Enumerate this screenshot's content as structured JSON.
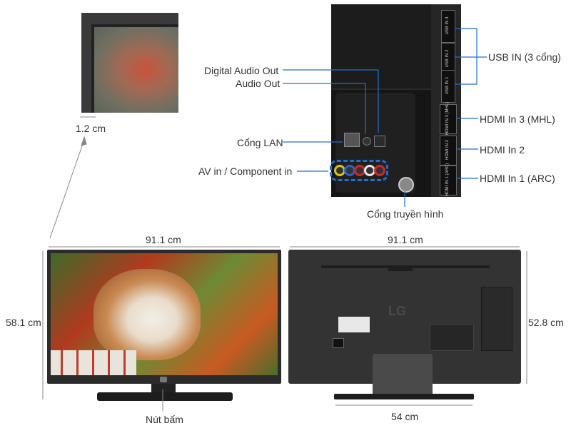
{
  "bezel_closeup": {
    "bezel_width": "1.2 cm"
  },
  "ports_panel": {
    "usb_slot_labels": [
      "USB IN 3",
      "USB IN 2",
      "USB IN 1"
    ],
    "hdmi_slot_labels": [
      "HDMI IN 3 (MHL)",
      "HDMI IN 2",
      "HDMI IN 1 (ARC)"
    ]
  },
  "callouts": {
    "digital_audio_out": "Digital Audio Out",
    "audio_out": "Audio Out",
    "lan": "Cổng LAN",
    "av_component_in": "AV in / Component in",
    "usb_in": "USB IN (3 cổng)",
    "hdmi_in_3": "HDMI In 3 (MHL)",
    "hdmi_in_2": "HDMI In 2",
    "hdmi_in_1": "HDMI In 1 (ARC)",
    "antenna": "Cổng truyền hình",
    "button": "Nút bấm"
  },
  "front_view": {
    "width": "91.1 cm",
    "height": "58.1 cm"
  },
  "back_view": {
    "width": "91.1 cm",
    "height": "52.8 cm",
    "stand_width": "54 cm",
    "logo": "LG"
  },
  "colors": {
    "accent_blue": "#1e6fd9",
    "dimension_line": "#888888"
  }
}
